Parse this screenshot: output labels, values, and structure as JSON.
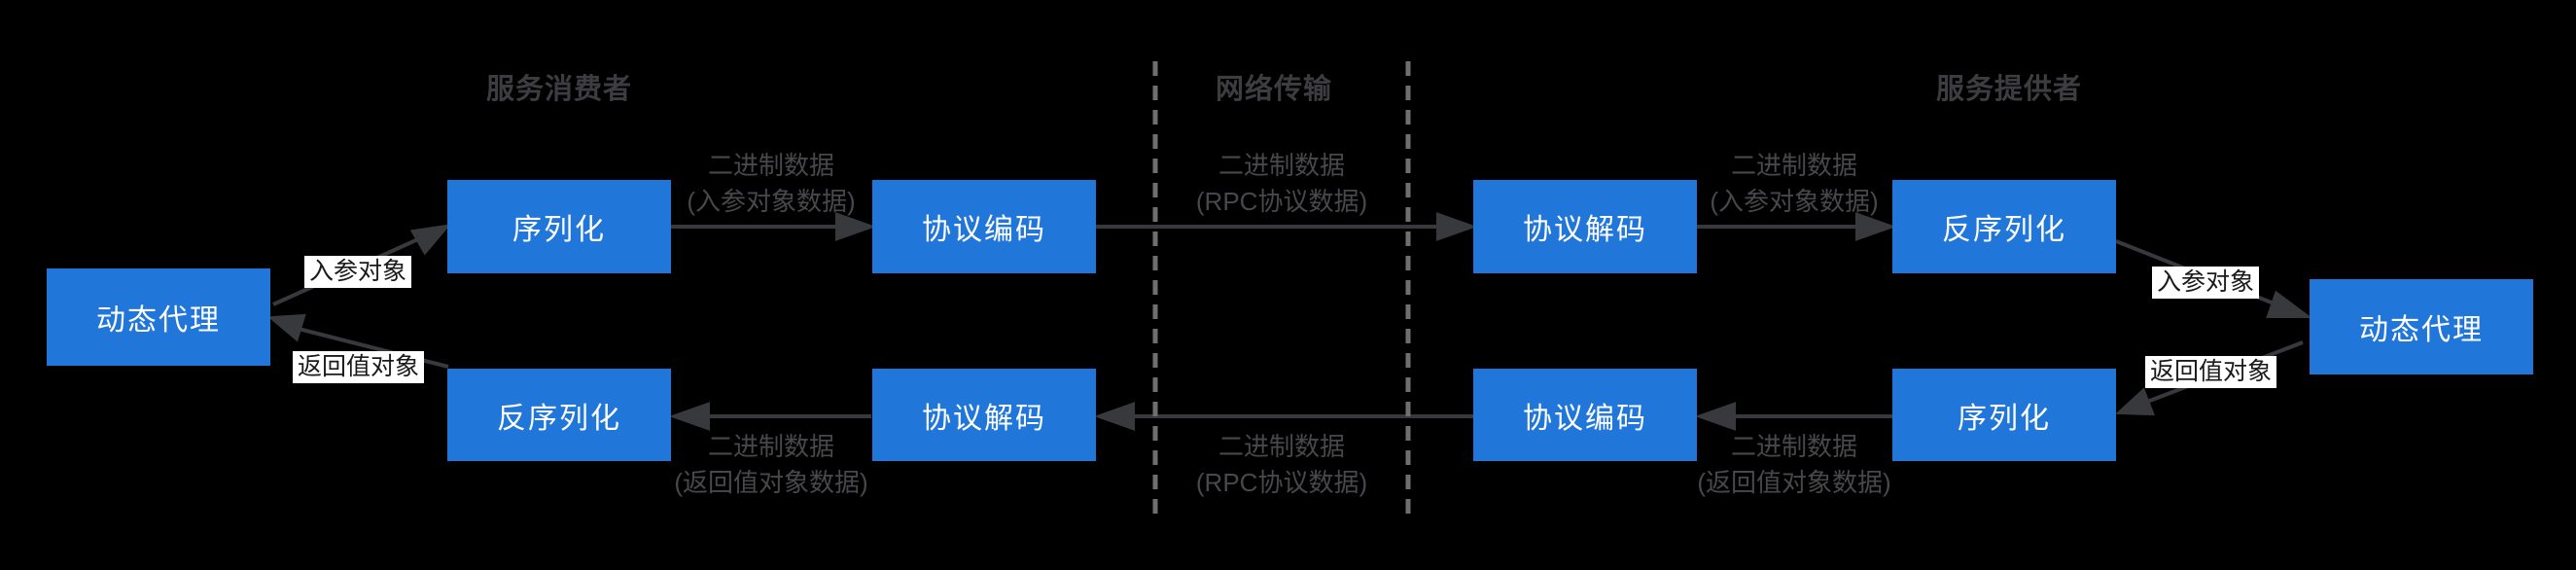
{
  "diagram": {
    "title_area": {},
    "sections": {
      "consumer": "服务消费者",
      "network": "网络传输",
      "provider": "服务提供者"
    },
    "nodes": {
      "consumer_proxy": "动态代理",
      "consumer_serialize": "序列化",
      "consumer_encode": "协议编码",
      "consumer_deserialize": "反序列化",
      "consumer_decode": "协议解码",
      "provider_decode": "协议解码",
      "provider_deserialize": "反序列化",
      "provider_encode": "协议编码",
      "provider_serialize": "序列化",
      "provider_proxy": "动态代理"
    },
    "chips": {
      "consumer_in": "入参对象",
      "consumer_out": "返回值对象",
      "provider_in": "入参对象",
      "provider_out": "返回值对象"
    },
    "edge_labels": {
      "consumer_top": {
        "line1": "二进制数据",
        "line2": "(入参对象数据)"
      },
      "network_top": {
        "line1": "二进制数据",
        "line2": "(RPC协议数据)"
      },
      "provider_top": {
        "line1": "二进制数据",
        "line2": "(入参对象数据)"
      },
      "provider_bottom": {
        "line1": "二进制数据",
        "line2": "(返回值对象数据)"
      },
      "network_bottom": {
        "line1": "二进制数据",
        "line2": "(RPC协议数据)"
      },
      "consumer_bottom": {
        "line1": "二进制数据",
        "line2": "(返回值对象数据)"
      }
    },
    "colors": {
      "background": "#000000",
      "node_fill": "#2176d9",
      "node_text": "#ffffff",
      "section_header_text": "#3d3d41",
      "edge_label_text": "#48484c",
      "arrow_line": "#37393d",
      "dashed_line": "#6f6f6f",
      "chip_background": "#ffffff",
      "chip_text": "#1a1a1a"
    }
  }
}
